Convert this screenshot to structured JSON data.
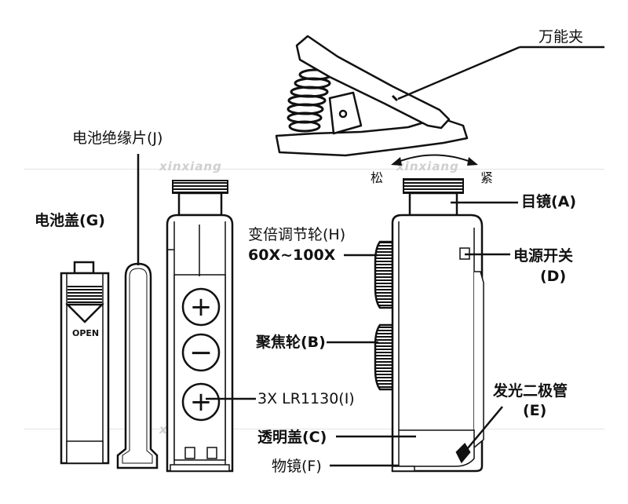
{
  "labels": {
    "clip": "万能夹",
    "loosen": "松",
    "tighten": "紧",
    "eyepiece": "目镜(A)",
    "power_switch_1": "电源开关",
    "power_switch_2": "(D)",
    "zoom_wheel_1": "变倍调节轮(H)",
    "zoom_wheel_2": "60X~100X",
    "focus_wheel": "聚焦轮(B)",
    "battery_spec": "3X LR1130(I)",
    "led_1": "发光二极管",
    "led_2": "(E)",
    "transparent_cover": "透明盖(C)",
    "objective": "物镜(F)",
    "battery_insulator": "电池绝缘片(J)",
    "battery_cover": "电池盖(G)",
    "open": "OPEN"
  },
  "watermark": "xinxiang"
}
